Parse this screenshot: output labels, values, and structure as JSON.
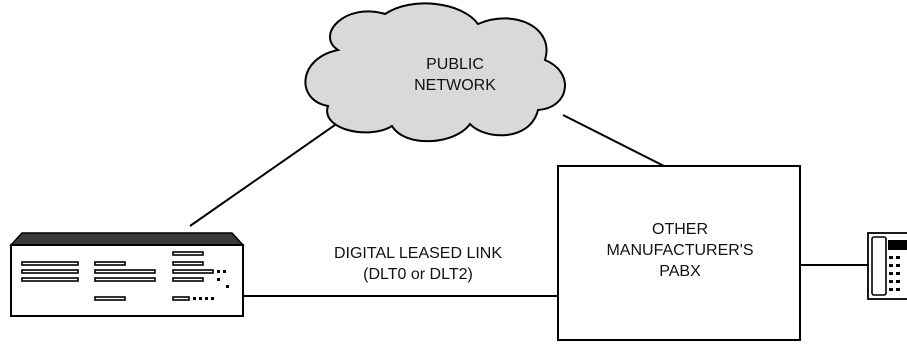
{
  "cloud": {
    "line1": "PUBLIC",
    "line2": "NETWORK"
  },
  "link": {
    "line1": "DIGITAL LEASED LINK",
    "line2": "(DLT0 or DLT2)"
  },
  "pabx": {
    "line1": "OTHER",
    "line2": "MANUFACTURER'S",
    "line3": "PABX"
  },
  "icons": {
    "switch": "pbx-switch-icon",
    "cloud": "cloud-icon",
    "phone": "desk-phone-icon"
  },
  "colors": {
    "stroke": "#000000",
    "cloud_fill": "#d9d9d9",
    "switch_top": "#3a3a3a"
  }
}
